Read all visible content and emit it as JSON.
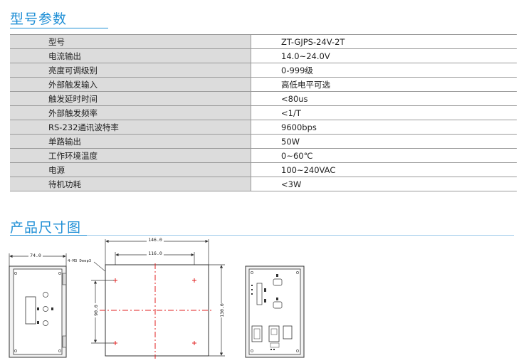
{
  "spec_section": {
    "title": "型号参数"
  },
  "spec_table": {
    "rows": [
      {
        "label": "型号",
        "value": "ZT-GJPS-24V-2T"
      },
      {
        "label": "电流输出",
        "value": "14.0~24.0V"
      },
      {
        "label": "亮度可调级别",
        "value": "0-999级"
      },
      {
        "label": "外部触发输入",
        "value": "高低电平可选"
      },
      {
        "label": "触发延时时间",
        "value": "<80us"
      },
      {
        "label": "外部触发频率",
        "value": "<1/T"
      },
      {
        "label": "RS-232通讯波特率",
        "value": "9600bps"
      },
      {
        "label": "单路输出",
        "value": "50W"
      },
      {
        "label": "工作环境温度",
        "value": "0~60℃"
      },
      {
        "label": "电源",
        "value": "100~240VAC"
      },
      {
        "label": "待机功耗",
        "value": "<3W"
      }
    ]
  },
  "dimension_section": {
    "title": "产品尺寸图"
  },
  "drawing_labels": {
    "left_width": "74.0",
    "top_outer": "146.0",
    "top_inner": "116.0",
    "hole_note": "4-M3 Deep3",
    "left_height": "90.0",
    "right_height": "130.0"
  },
  "colors": {
    "accent": "#1f8fd6",
    "centerline": "#e02020",
    "header_bg": "#dcdcdc"
  }
}
